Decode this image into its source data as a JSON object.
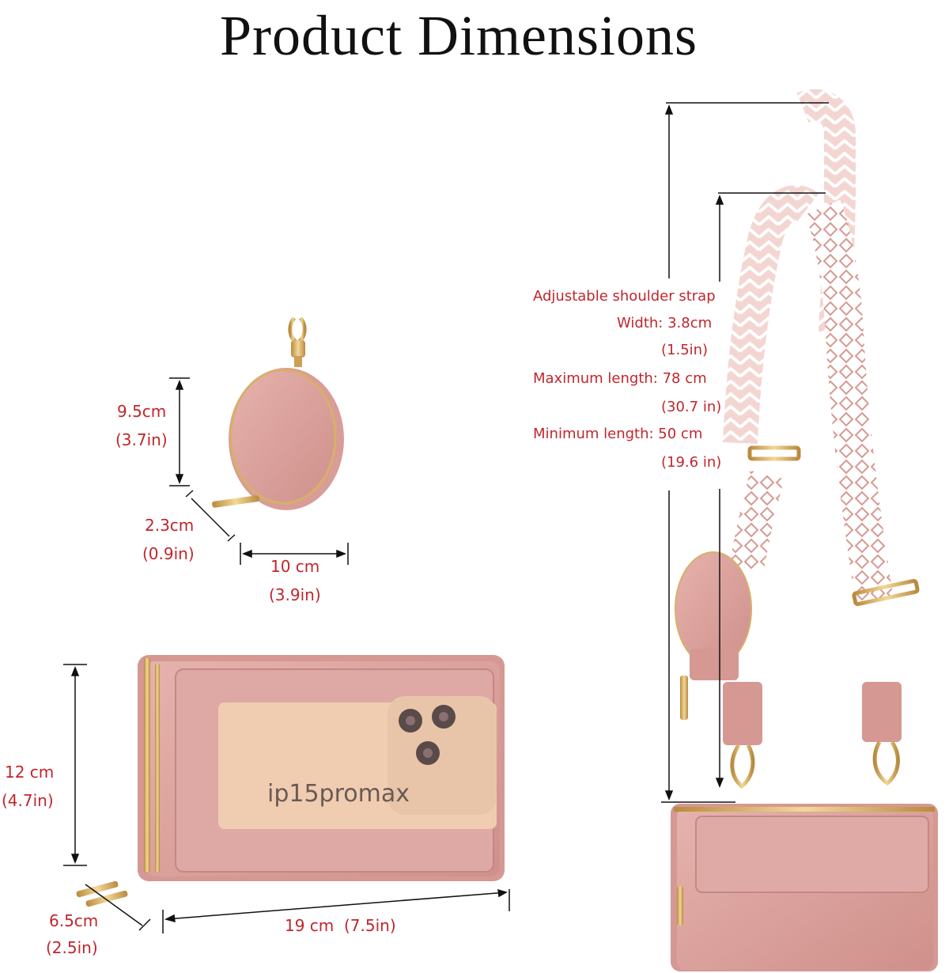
{
  "title": "Product Dimensions",
  "colors": {
    "label_red": "#c0262c",
    "bag_pink": "#dba39f",
    "bag_pink_dark": "#c98581",
    "gold": "#d9b36a",
    "line": "#111111"
  },
  "icons": [
    "coin-purse-icon",
    "wallet-icon",
    "crossbody-bag-icon",
    "strap-icon"
  ],
  "coin_purse": {
    "height_cm": "9.5cm",
    "height_in": "(3.7in)",
    "depth_cm": "2.3cm",
    "depth_in": "(0.9in)",
    "width_cm": "10 cm",
    "width_in": "(3.9in)"
  },
  "wallet": {
    "height_cm": "12 cm",
    "height_in": "(4.7in)",
    "depth_cm": "6.5cm",
    "depth_in": "(2.5in)",
    "width": "19 cm  (7.5in)",
    "phone_label": "ip15promax"
  },
  "strap": {
    "title": "Adjustable shoulder strap",
    "width_label": "Width: 3.8cm",
    "width_in": "(1.5in)",
    "max_label": "Maximum length: 78 cm",
    "max_in": "(30.7 in)",
    "min_label": "Minimum length: 50 cm",
    "min_in": "(19.6 in)"
  }
}
